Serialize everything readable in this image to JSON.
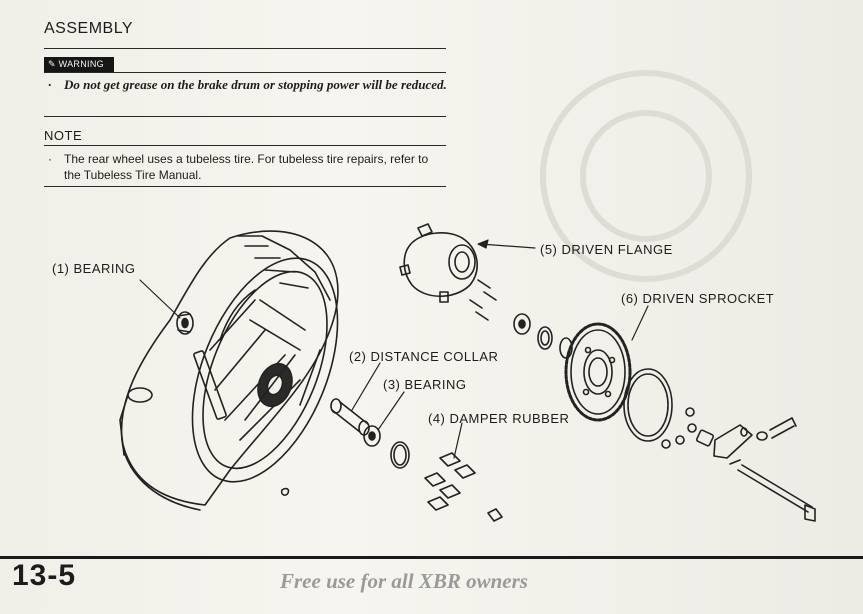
{
  "header": {
    "section_title": "ASSEMBLY"
  },
  "warning": {
    "badge": "WARNING",
    "text": "Do not get grease on the brake drum or stopping power will be reduced."
  },
  "note": {
    "title": "NOTE",
    "text": "The rear wheel uses a tubeless tire. For tubeless tire repairs, refer to the Tubeless Tire Manual."
  },
  "diagram": {
    "callouts": [
      "(1) BEARING",
      "(2) DISTANCE COLLAR",
      "(3) BEARING",
      "(4) DAMPER RUBBER",
      "(5) DRIVEN FLANGE",
      "(6) DRIVEN SPROCKET"
    ]
  },
  "footer": {
    "page_number": "13-5",
    "note": "Free use for all XBR owners"
  }
}
